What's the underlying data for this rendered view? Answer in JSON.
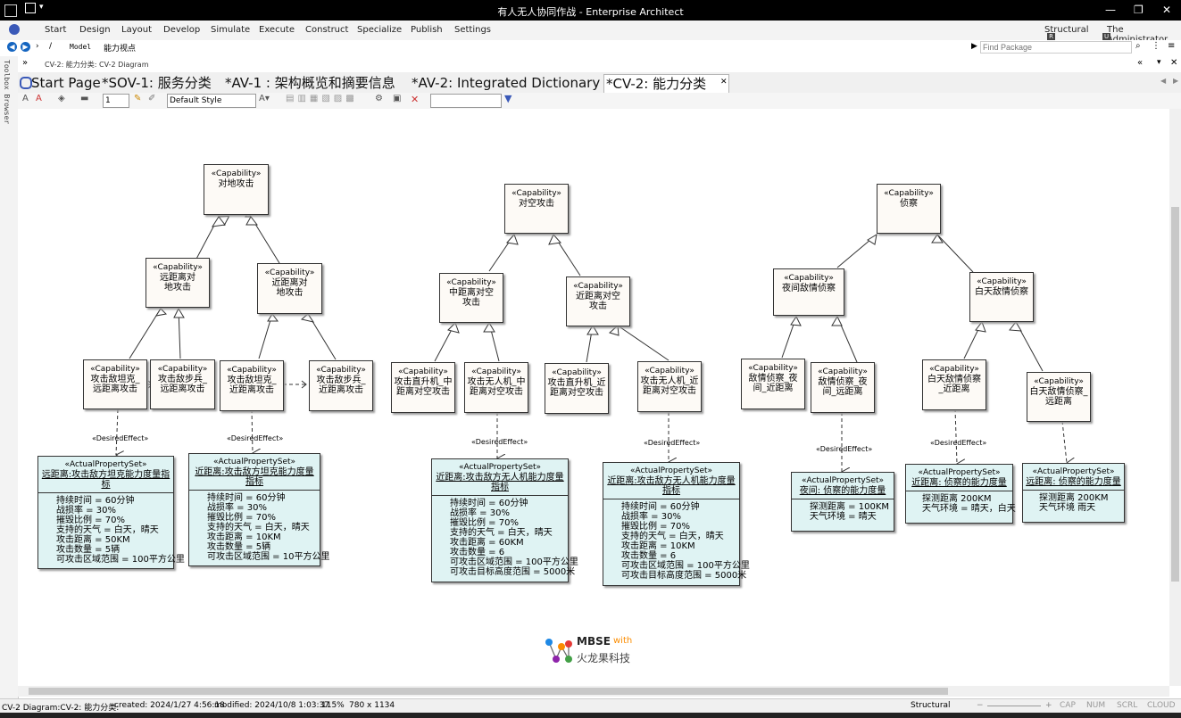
{
  "window": {
    "title": "有人无人协同作战 - Enterprise Architect"
  },
  "ribbon": {
    "menus": [
      "Start",
      "Design",
      "Layout",
      "Develop",
      "Simulate",
      "Execute",
      "Construct",
      "Specialize",
      "Publish",
      "Settings"
    ],
    "perspective": "Structural",
    "user": "The Administrator",
    "badge_r": "R",
    "badge_u": "U"
  },
  "nav": {
    "path_root": "/",
    "path_model": "Model",
    "path_view": "能力视点",
    "find_placeholder": "Find Package"
  },
  "diagram_path": "CV-2: 能力分类:  CV-2 Diagram",
  "toolbox_label": "Toolbox Browser",
  "tabs": [
    "Start Page",
    "*SOV-1: 服务分类",
    "*AV-1 : 架构概览和摘要信息",
    "*AV-2: Integrated Dictionary",
    "*CV-2: 能力分类"
  ],
  "toolbar": {
    "line_width": "1",
    "style": "Default Style"
  },
  "diagram": {
    "stereo_cap": "«Capability»",
    "stereo_aps": "«ActualPropertySet»",
    "desired": "«DesiredEffect»",
    "caps": {
      "c1": "对地攻击",
      "c1a": "远距离对地攻击",
      "c1b": "近距离对地攻击",
      "c1a1": "攻击敌坦克_远距离攻击",
      "c1a2": "攻击敌步兵_远距离攻击",
      "c1b1": "攻击敌坦克_近距离攻击",
      "c1b2": "攻击敌步兵_近距离攻击",
      "c2": "对空攻击",
      "c2a": "中距离对空攻击",
      "c2b": "近距离对空攻击",
      "c2a1": "攻击直升机_中距离对空攻击",
      "c2a2": "攻击无人机_中距离对空攻击",
      "c2b1": "攻击直升机_近距离对空攻击",
      "c2b2": "攻击无人机_近距离对空攻击",
      "c3": "侦察",
      "c3a": "夜间敌情侦察",
      "c3b": "白天敌情侦察",
      "c3a1": "敌情侦察_夜间_近距离",
      "c3a2": "敌情侦察_夜间_远距离",
      "c3b1": "白天敌情侦察_近距离",
      "c3b2": "白天敌情侦察_远距离"
    },
    "psets": [
      {
        "name": "远距离:攻击敌方坦克能力度量指标",
        "props": [
          "持续时间 = 60分钟",
          "战损率 = 30%",
          "摧毁比例 = 70%",
          "支持的天气 = 白天，晴天",
          "攻击距离 = 50KM",
          "攻击数量 = 5辆",
          "可攻击区域范围 = 100平方公里"
        ]
      },
      {
        "name": "近距离:攻击敌方坦克能力度量指标",
        "props": [
          "持续时间 = 60分钟",
          "战损率 = 30%",
          "摧毁比例 = 70%",
          "支持的天气 = 白天，晴天",
          "攻击距离 = 10KM",
          "攻击数量 = 5辆",
          "可攻击区域范围 = 10平方公里"
        ]
      },
      {
        "name": "近距离:攻击敌方无人机能力度量指标",
        "props": [
          "持续时间 = 60分钟",
          "战损率 = 30%",
          "摧毁比例 = 70%",
          "支持的天气 = 白天，晴天",
          "攻击距离 = 60KM",
          "攻击数量 = 6",
          "可攻击区域范围 = 100平方公里",
          "可攻击目标高度范围 = 5000米"
        ]
      },
      {
        "name": "近距离:攻击敌方无人机能力度量指标",
        "props": [
          "持续时间 = 60分钟",
          "战损率 = 30%",
          "摧毁比例 = 70%",
          "支持的天气 = 白天，晴天",
          "攻击距离 = 10KM",
          "攻击数量 = 6",
          "可攻击区域范围 = 100平方公里",
          "可攻击目标高度范围 = 5000米"
        ]
      },
      {
        "name": "夜间: 侦察的能力度量",
        "props": [
          "探测距离 = 100KM",
          "天气环境 = 晴天"
        ]
      },
      {
        "name": "近距离: 侦察的能力度量",
        "props": [
          "探测距离 200KM",
          "天气环境 = 晴天，白天"
        ]
      },
      {
        "name": "远距离: 侦察的能力度量",
        "props": [
          "探测距离 200KM",
          "天气环境 雨天"
        ]
      }
    ],
    "logo_text": "MBSE",
    "logo_with": "with",
    "logo_cn": "火龙果科技"
  },
  "status": {
    "diagram": "CV-2 Diagram:CV-2: 能力分类:",
    "created": "created: 2024/1/27 4:56:18",
    "modified": "modified: 2024/10/8 1:03:37",
    "zoom": "115%",
    "size": "780 x 1134",
    "perspective": "Structural",
    "caps": "CAP",
    "num": "NUM",
    "scrl": "SCRL",
    "cloud": "CLOUD"
  },
  "colors": {
    "accent": "#0a64d8",
    "box_fill": "#fdfaf6",
    "pset_fill": "#dff3f3"
  }
}
